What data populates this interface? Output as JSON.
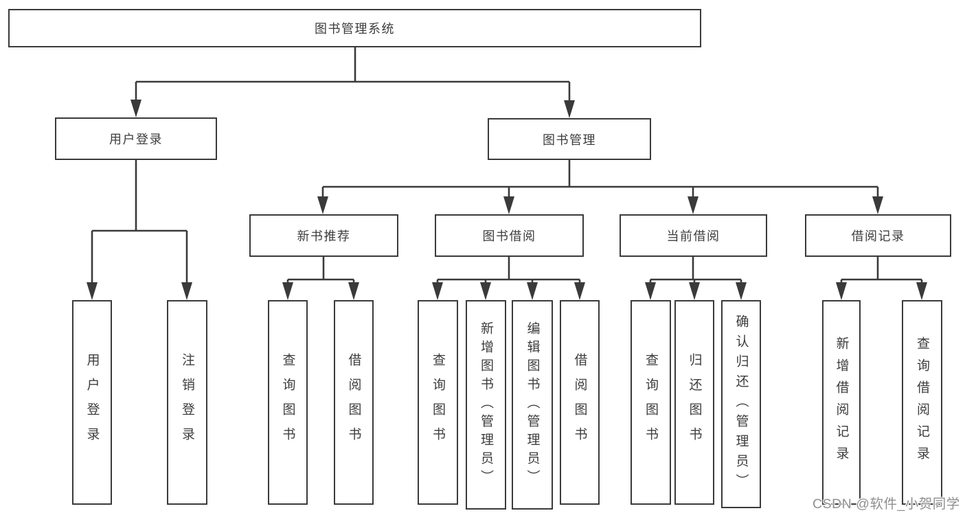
{
  "diagram": {
    "root": {
      "label": "图书管理系统"
    },
    "level2": [
      {
        "label": "用户登录"
      },
      {
        "label": "图书管理"
      }
    ],
    "level3": [
      {
        "label": "新书推荐"
      },
      {
        "label": "图书借阅"
      },
      {
        "label": "当前借阅"
      },
      {
        "label": "借阅记录"
      }
    ],
    "leaf_groups": [
      {
        "parent": "用户登录",
        "items": [
          {
            "label": "用户登录"
          },
          {
            "label": "注销登录"
          }
        ]
      },
      {
        "parent": "新书推荐",
        "items": [
          {
            "label": "查询图书"
          },
          {
            "label": "借阅图书"
          }
        ]
      },
      {
        "parent": "图书借阅",
        "items": [
          {
            "label": "查询图书"
          },
          {
            "label": "新增图书（管理员）"
          },
          {
            "label": "编辑图书（管理员）"
          },
          {
            "label": "借阅图书"
          }
        ]
      },
      {
        "parent": "当前借阅",
        "items": [
          {
            "label": "查询图书"
          },
          {
            "label": "归还图书"
          },
          {
            "label": "确认归还（管理员）"
          }
        ]
      },
      {
        "parent": "借阅记录",
        "items": [
          {
            "label": "新增借阅记录"
          },
          {
            "label": "查询借阅记录"
          }
        ]
      }
    ],
    "watermark": "CSDN @软件_小贺同学",
    "colors": {
      "line": "#3a3a3a",
      "text": "#3d3d3d",
      "background": "#ffffff",
      "watermark": "#8f8f8f"
    }
  }
}
